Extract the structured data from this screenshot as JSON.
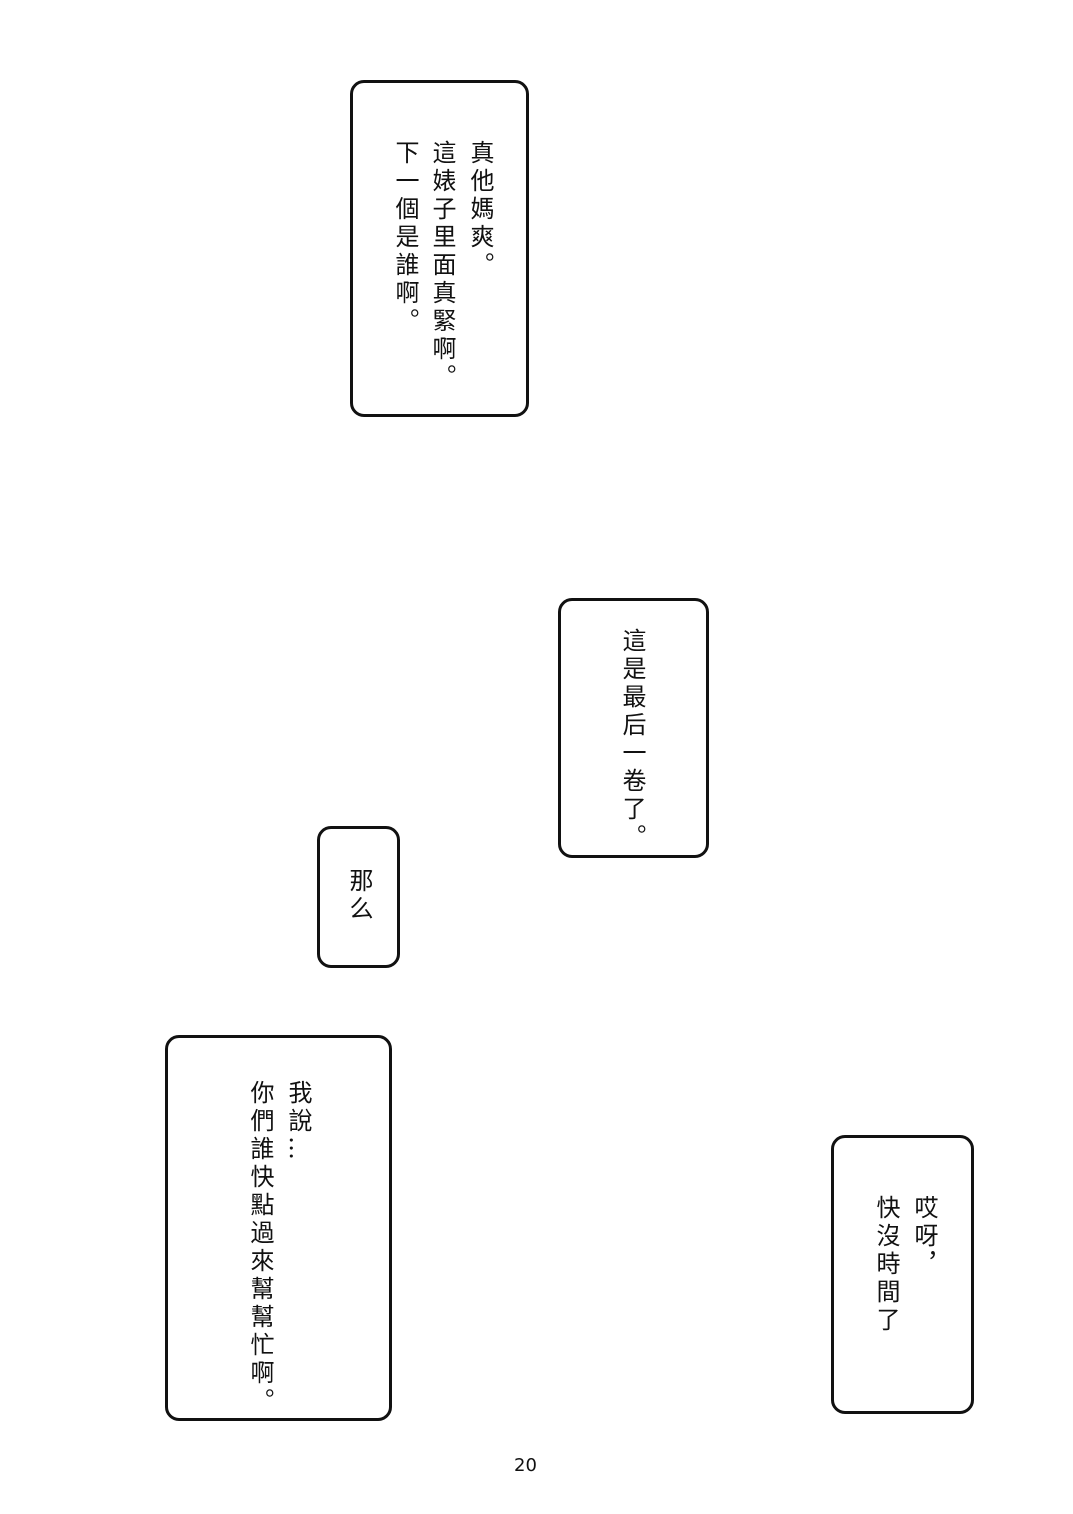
{
  "bubbles": [
    {
      "lines": [
        "真他媽爽。",
        "這婊子里面真緊啊。",
        "下一個是誰啊。"
      ]
    },
    {
      "lines": [
        "這是最后一卷了。"
      ]
    },
    {
      "lines": [
        "那么"
      ]
    },
    {
      "lines": [
        "我說…",
        "你們誰快點過來幫幫忙啊。"
      ]
    },
    {
      "lines": [
        "哎呀，",
        "快沒時間了"
      ]
    }
  ],
  "page_number": "20"
}
